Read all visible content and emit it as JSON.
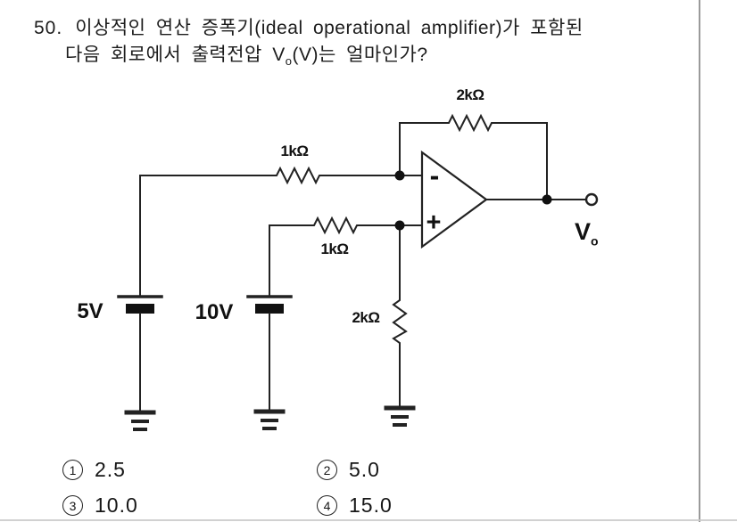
{
  "question": {
    "number": "50.",
    "line1": "이상적인 연산 증폭기(ideal operational amplifier)가 포함된",
    "line2_prefix": "다음 회로에서 출력전압 V",
    "line2_sub": "o",
    "line2_suffix": "(V)는 얼마인가?"
  },
  "circuit": {
    "labels": {
      "feedback_resistor": "2kΩ",
      "inverting_resistor": "1kΩ",
      "noninverting_resistor": "1kΩ",
      "ground_resistor": "2kΩ",
      "source_5v": "5V",
      "source_10v": "10V",
      "output_v": "V",
      "output_sub": "o",
      "opamp_minus": "-",
      "opamp_plus": "+"
    }
  },
  "choices": [
    {
      "marker": "1",
      "label": "2.5"
    },
    {
      "marker": "2",
      "label": "5.0"
    },
    {
      "marker": "3",
      "label": "10.0"
    },
    {
      "marker": "4",
      "label": "15.0"
    }
  ],
  "colors": {
    "ink": "#222222",
    "divider": "#9a9a9a",
    "background": "#ffffff"
  }
}
